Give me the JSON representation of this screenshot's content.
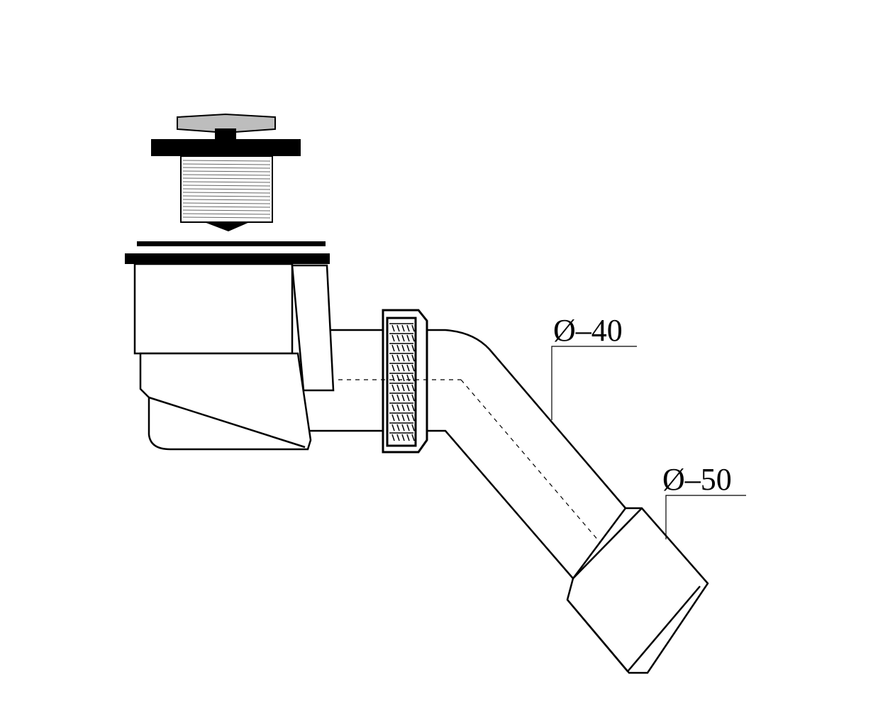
{
  "diagram": {
    "labels": {
      "pipe_diameter_40": "Ø–40",
      "pipe_diameter_50": "Ø–50"
    },
    "parts": [
      "plug-cap",
      "plug-flange",
      "plug-thread",
      "drain-body",
      "union-nut",
      "elbow-pipe",
      "outlet-sleeve"
    ],
    "colors": {
      "line": "#000000",
      "cap": "#bdbdbd",
      "background": "#ffffff"
    }
  }
}
